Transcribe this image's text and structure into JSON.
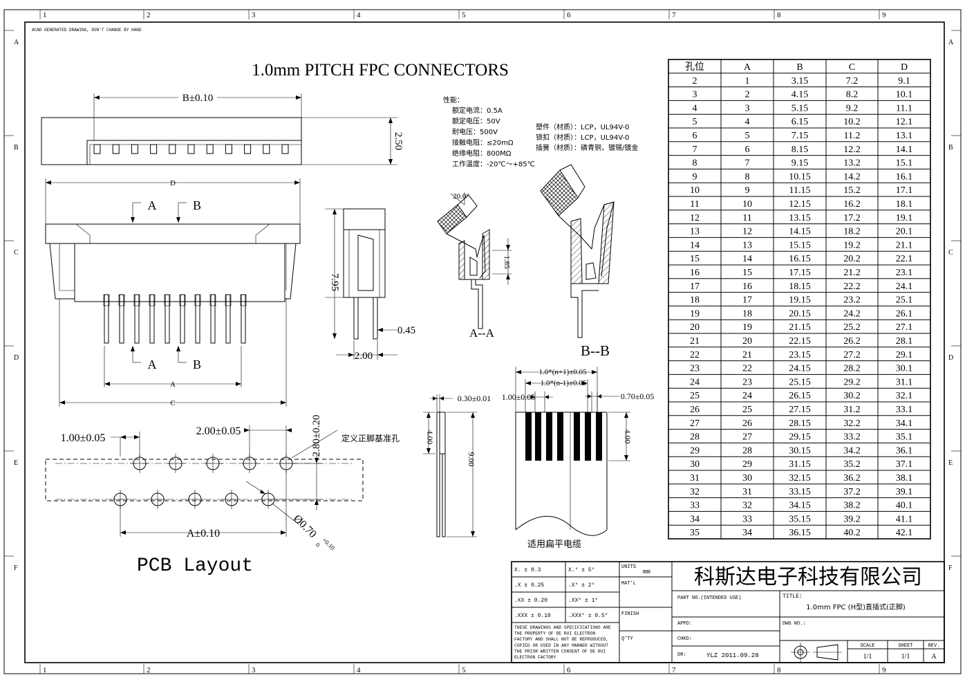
{
  "frame": {
    "note": "ACAD GENERATED DRAWING, DON'T CHANGE BY HAND",
    "columns": [
      "1",
      "2",
      "3",
      "4",
      "5",
      "6",
      "7",
      "8",
      "9"
    ],
    "rows": [
      "A",
      "B",
      "C",
      "D",
      "E",
      "F"
    ]
  },
  "title": "1.0mm  PITCH  FPC CONNECTORS",
  "specs": {
    "heading": "性能：",
    "electrical": [
      "额定电流：0.5A",
      "额定电压：50V",
      "耐电压：500V",
      "接触电阻：≤20mΩ",
      "绝缘电阻：800MΩ",
      "工作温度：-20℃～+85℃"
    ],
    "materials": [
      "塑件（材质）：LCP，UL94V-0",
      "锁扣（材质）：LCP，UL94V-0",
      "插簧（材质）：磷青铜，镀锡/镀金"
    ]
  },
  "dims": {
    "b_tol": "B±0.10",
    "h_250": "2.50",
    "d": "D",
    "a_mark": "A",
    "b_mark": "B",
    "h_795": "7.95",
    "w_045": "0.45",
    "w_200": "2.00",
    "a": "A",
    "c": "C",
    "angle": "20.0°",
    "h_185": "1.85",
    "sec_aa": "A--A",
    "sec_bb": "B--B",
    "pitch_100": "1.00±0.05",
    "pitch_200": "2.00±0.05",
    "row_280": "2.80±0.20",
    "hole_note": "定义正脚基准孔",
    "a_tol": "A±0.10",
    "hole_dia": "Ø0.70",
    "hole_tol_up": "+0.10",
    "hole_tol_dn": "0",
    "pcb_layout": "PCB Layout",
    "fpc_t": "0.30±0.01",
    "fpc_400": "4.00",
    "fpc_900": "9.00",
    "fpc_n1p": "1.0*(n+1)±0.05",
    "fpc_n1m": "1.0*(n-1)±0.05",
    "fpc_100": "1.00±0.05",
    "fpc_070": "0.70±0.05",
    "fpc_400b": "4.00",
    "fpc_cable": "适用扁平电缆"
  },
  "table": {
    "headers": [
      "孔位",
      "A",
      "B",
      "C",
      "D"
    ],
    "rows": [
      [
        "2",
        "1",
        "3.15",
        "7.2",
        "9.1"
      ],
      [
        "3",
        "2",
        "4.15",
        "8.2",
        "10.1"
      ],
      [
        "4",
        "3",
        "5.15",
        "9.2",
        "11.1"
      ],
      [
        "5",
        "4",
        "6.15",
        "10.2",
        "12.1"
      ],
      [
        "6",
        "5",
        "7.15",
        "11.2",
        "13.1"
      ],
      [
        "7",
        "6",
        "8.15",
        "12.2",
        "14.1"
      ],
      [
        "8",
        "7",
        "9.15",
        "13.2",
        "15.1"
      ],
      [
        "9",
        "8",
        "10.15",
        "14.2",
        "16.1"
      ],
      [
        "10",
        "9",
        "11.15",
        "15.2",
        "17.1"
      ],
      [
        "11",
        "10",
        "12.15",
        "16.2",
        "18.1"
      ],
      [
        "12",
        "11",
        "13.15",
        "17.2",
        "19.1"
      ],
      [
        "13",
        "12",
        "14.15",
        "18.2",
        "20.1"
      ],
      [
        "14",
        "13",
        "15.15",
        "19.2",
        "21.1"
      ],
      [
        "15",
        "14",
        "16.15",
        "20.2",
        "22.1"
      ],
      [
        "16",
        "15",
        "17.15",
        "21.2",
        "23.1"
      ],
      [
        "17",
        "16",
        "18.15",
        "22.2",
        "24.1"
      ],
      [
        "18",
        "17",
        "19.15",
        "23.2",
        "25.1"
      ],
      [
        "19",
        "18",
        "20.15",
        "24.2",
        "26.1"
      ],
      [
        "20",
        "19",
        "21.15",
        "25.2",
        "27.1"
      ],
      [
        "21",
        "20",
        "22.15",
        "26.2",
        "28.1"
      ],
      [
        "22",
        "21",
        "23.15",
        "27.2",
        "29.1"
      ],
      [
        "23",
        "22",
        "24.15",
        "28.2",
        "30.1"
      ],
      [
        "24",
        "23",
        "25.15",
        "29.2",
        "31.1"
      ],
      [
        "25",
        "24",
        "26.15",
        "30.2",
        "32.1"
      ],
      [
        "26",
        "25",
        "27.15",
        "31.2",
        "33.1"
      ],
      [
        "27",
        "26",
        "28.15",
        "32.2",
        "34.1"
      ],
      [
        "28",
        "27",
        "29.15",
        "33.2",
        "35.1"
      ],
      [
        "29",
        "28",
        "30.15",
        "34.2",
        "36.1"
      ],
      [
        "30",
        "29",
        "31.15",
        "35.2",
        "37.1"
      ],
      [
        "31",
        "30",
        "32.15",
        "36.2",
        "38.1"
      ],
      [
        "32",
        "31",
        "33.15",
        "37.2",
        "39.1"
      ],
      [
        "33",
        "32",
        "34.15",
        "38.2",
        "40.1"
      ],
      [
        "34",
        "33",
        "35.15",
        "39.2",
        "41.1"
      ],
      [
        "35",
        "34",
        "36.15",
        "40.2",
        "42.1"
      ]
    ]
  },
  "title_block": {
    "tol": [
      "X. ± 0.3",
      "X.° ± 5°",
      ".X ± 0.25",
      ".X° ± 2°",
      ".XX ± 0.20",
      ".XX° ± 1°",
      ".XXX ± 0.10",
      ".XXX° ± 0.5°"
    ],
    "units_label": "UNITS",
    "units_value": "mm",
    "matl_label": "MAT'L",
    "finish_label": "FINISH",
    "qty_label": "Q'TY",
    "disclaimer": [
      "THESE DRAWINGS AND SPECIFICATIONS ARE",
      "THE PROPERTY OF DE RUI ELECTRON",
      "FACTORY AND SHALL NOT BE REPRODUCED,",
      "COPIED OR USED IN ANY MANNER WITHOUT",
      "THE PRIOR WRITTEN CONSENT OF DE RUI",
      "ELECTRON FACTORY"
    ],
    "company": "科斯达电子科技有限公司",
    "part_no_label": "PART NO.(INTENDED USE)",
    "title_label": "TITLE:",
    "title_value": "1.0mm FPC (H型)直插式(正脚)",
    "appd_label": "APPD:",
    "dwg_label": "DWG NO.:",
    "chkd_label": "CHKD:",
    "dr_label": "DR:",
    "dr_value": "YLZ 2011.09.28",
    "scale_label": "SCALE",
    "scale_value": "1/1",
    "sheet_label": "SHEET",
    "sheet_value": "1/1",
    "rev_label": "REV.",
    "rev_value": "A"
  }
}
